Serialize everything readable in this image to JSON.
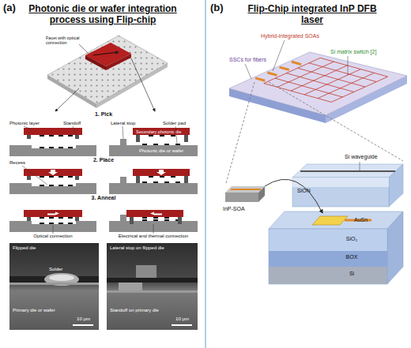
{
  "diagram": {
    "labels": [
      "(a)",
      "Photonic die or wafer integration process using Flip-chip",
      "Facet with optical connection",
      "1. Pick",
      "Photonic layer",
      "Standoff",
      "Lateral stop",
      "Solder pad",
      "Secondary photonic die",
      "Photonic die or wafer",
      "2. Place",
      "Recess",
      "3. Anneal",
      "Optical connection",
      "Electrical and thermal connection",
      "Flipped die",
      "Solder",
      "Lateral stop on flipped die",
      "Primary die or wafer",
      "10 µm",
      "Standoff on primary die",
      "10 µm",
      "(b)",
      "Flip-Chip integrated InP DFB laser",
      "Hybrid-integrated SOAs",
      "SSCs for fibers",
      "Si matrix switch [2]",
      "SiON",
      "Si waveguide",
      "InP-SOA",
      "AuSn",
      "SiO₂",
      "BOX",
      "Si"
    ]
  }
}
